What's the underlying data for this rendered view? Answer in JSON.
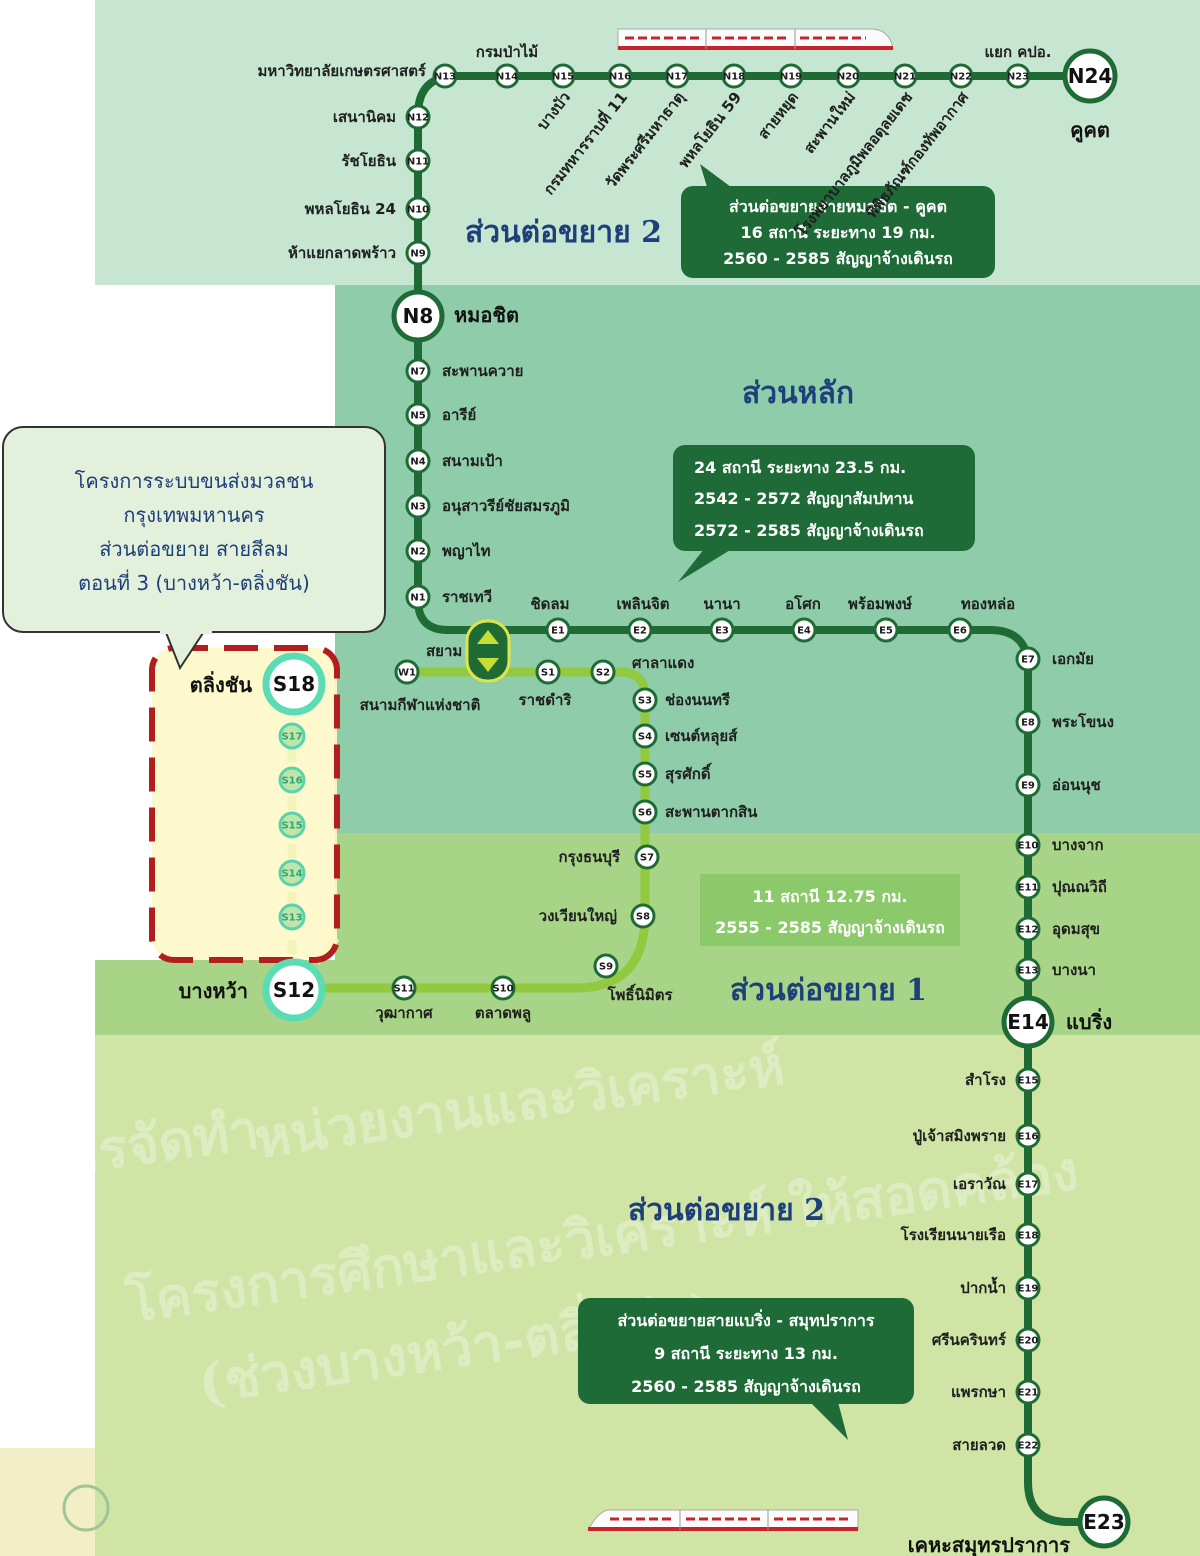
{
  "zones": {
    "ext2_north": "ส่วนต่อขยาย 2",
    "main": "ส่วนหลัก",
    "ext1": "ส่วนต่อขยาย 1",
    "ext2_south": "ส่วนต่อขยาย 2"
  },
  "callouts": {
    "north": [
      "ส่วนต่อขยายสายหมอชิต - คูคต",
      "16 สถานี ระยะทาง 19 กม.",
      "2560 - 2585 สัญญาจ้างเดินรถ"
    ],
    "main": [
      "24 สถานี ระยะทาง 23.5 กม.",
      "2542 - 2572 สัญญาสัมปทาน",
      "2572 - 2585 สัญญาจ้างเดินรถ"
    ],
    "ext1": [
      "11 สถานี 12.75 กม.",
      "2555 - 2585 สัญญาจ้างเดินรถ"
    ],
    "south": [
      "ส่วนต่อขยายสายแบริ่ง - สมุทปราการ",
      "9 สถานี ระยะทาง 13 กม.",
      "2560 - 2585 สัญญาจ้างเดินรถ"
    ]
  },
  "project_box": [
    "โครงการระบบขนส่งมวลชน",
    "กรุงเทพมหานคร",
    "ส่วนต่อขยาย สายสีลม",
    "ตอนที่ 3 (บางหว้า-ตลิ่งชัน)"
  ],
  "watermark": [
    "การจัดทำ",
    "หน่วยงานและวิเคราะห์",
    "โครงการศึกษาและวิเคราะห์ ให้สอดคล้อง",
    "(ช่วงบางหว้า-ตลิ่งชัน)"
  ],
  "stations": {
    "north_top": [
      {
        "code": "N13",
        "name": "มหาวิทยาลัยเกษตรศาสตร์"
      },
      {
        "code": "N14",
        "name": "กรมป่าไม้"
      },
      {
        "code": "N15",
        "name": "บางบัว"
      },
      {
        "code": "N16",
        "name": "กรมทหารราบที่ 11"
      },
      {
        "code": "N17",
        "name": "วัดพระศรีมหาธาตุ"
      },
      {
        "code": "N18",
        "name": "พหลโยธิน 59"
      },
      {
        "code": "N19",
        "name": "สายหยุด"
      },
      {
        "code": "N20",
        "name": "สะพานใหม่"
      },
      {
        "code": "N21",
        "name": "โรงพยาบาลภูมิพลอดุลยเดช"
      },
      {
        "code": "N22",
        "name": "พิพิธภัณฑ์กองทัพอากาศ"
      },
      {
        "code": "N23",
        "name": "แยก คปอ."
      }
    ],
    "n24": {
      "code": "N24",
      "name": "คูคต"
    },
    "north_vertical": [
      {
        "code": "N12",
        "name": "เสนานิคม"
      },
      {
        "code": "N11",
        "name": "รัชโยธิน"
      },
      {
        "code": "N10",
        "name": "พหลโยธิน 24"
      },
      {
        "code": "N9",
        "name": "ห้าแยกลาดพร้าว"
      }
    ],
    "n8": {
      "code": "N8",
      "name": "หมอชิต"
    },
    "main_north": [
      {
        "code": "N7",
        "name": "สะพานควาย"
      },
      {
        "code": "N5",
        "name": "อารีย์"
      },
      {
        "code": "N4",
        "name": "สนามเป้า"
      },
      {
        "code": "N3",
        "name": "อนุสาวรีย์ชัยสมรภูมิ"
      },
      {
        "code": "N2",
        "name": "พญาไท"
      },
      {
        "code": "N1",
        "name": "ราชเทวี"
      }
    ],
    "siam": {
      "name": "สยาม"
    },
    "east_h": [
      {
        "code": "E1",
        "name": "ชิดลม"
      },
      {
        "code": "E2",
        "name": "เพลินจิต"
      },
      {
        "code": "E3",
        "name": "นานา"
      },
      {
        "code": "E4",
        "name": "อโศก"
      },
      {
        "code": "E5",
        "name": "พร้อมพงษ์"
      },
      {
        "code": "E6",
        "name": "ทองหล่อ"
      }
    ],
    "east_v": [
      {
        "code": "E7",
        "name": "เอกมัย"
      },
      {
        "code": "E8",
        "name": "พระโขนง"
      },
      {
        "code": "E9",
        "name": "อ่อนนุช"
      },
      {
        "code": "E10",
        "name": "บางจาก"
      },
      {
        "code": "E11",
        "name": "ปุณณวิถี"
      },
      {
        "code": "E12",
        "name": "อุดมสุข"
      },
      {
        "code": "E13",
        "name": "บางนา"
      }
    ],
    "e14": {
      "code": "E14",
      "name": "แบริ่ง"
    },
    "east_south": [
      {
        "code": "E15",
        "name": "สำโรง"
      },
      {
        "code": "E16",
        "name": "ปู่เจ้าสมิงพราย"
      },
      {
        "code": "E17",
        "name": "เอราวัณ"
      },
      {
        "code": "E18",
        "name": "โรงเรียนนายเรือ"
      },
      {
        "code": "E19",
        "name": "ปากน้ำ"
      },
      {
        "code": "E20",
        "name": "ศรีนครินทร์"
      },
      {
        "code": "E21",
        "name": "แพรกษา"
      },
      {
        "code": "E22",
        "name": "สายลวด"
      }
    ],
    "e23": {
      "code": "E23",
      "name": "เคหะสมุทรปราการ"
    },
    "w1": {
      "code": "W1",
      "name": "สนามกีฬาแห่งชาติ"
    },
    "silom": [
      {
        "code": "S1",
        "name": "ราชดำริ"
      },
      {
        "code": "S2",
        "name": "ศาลาแดง"
      },
      {
        "code": "S3",
        "name": "ช่องนนทรี"
      },
      {
        "code": "S4",
        "name": "เซนต์หลุยส์"
      },
      {
        "code": "S5",
        "name": "สุรศักดิ์"
      },
      {
        "code": "S6",
        "name": "สะพานตากสิน"
      },
      {
        "code": "S7",
        "name": "กรุงธนบุรี"
      },
      {
        "code": "S8",
        "name": "วงเวียนใหญ่"
      },
      {
        "code": "S9",
        "name": "โพธิ์นิมิตร"
      },
      {
        "code": "S10",
        "name": "ตลาดพลู"
      },
      {
        "code": "S11",
        "name": "วุฒากาศ"
      }
    ],
    "s12": {
      "code": "S12",
      "name": "บางหว้า"
    },
    "s18": {
      "code": "S18",
      "name": "ตลิ่งชัน"
    },
    "planned": [
      "S17",
      "S16",
      "S15",
      "S14",
      "S13"
    ]
  },
  "colors": {
    "line": "#1e6b36",
    "zone_north": "#c6e6d2",
    "zone_main": "#8fcca9",
    "zone_ext1": "#a7d486",
    "zone_ext2": "#cfe4a5",
    "callout": "#1f6b37",
    "project_box": "#e3f0dc",
    "dashed": "#b21d1d"
  }
}
